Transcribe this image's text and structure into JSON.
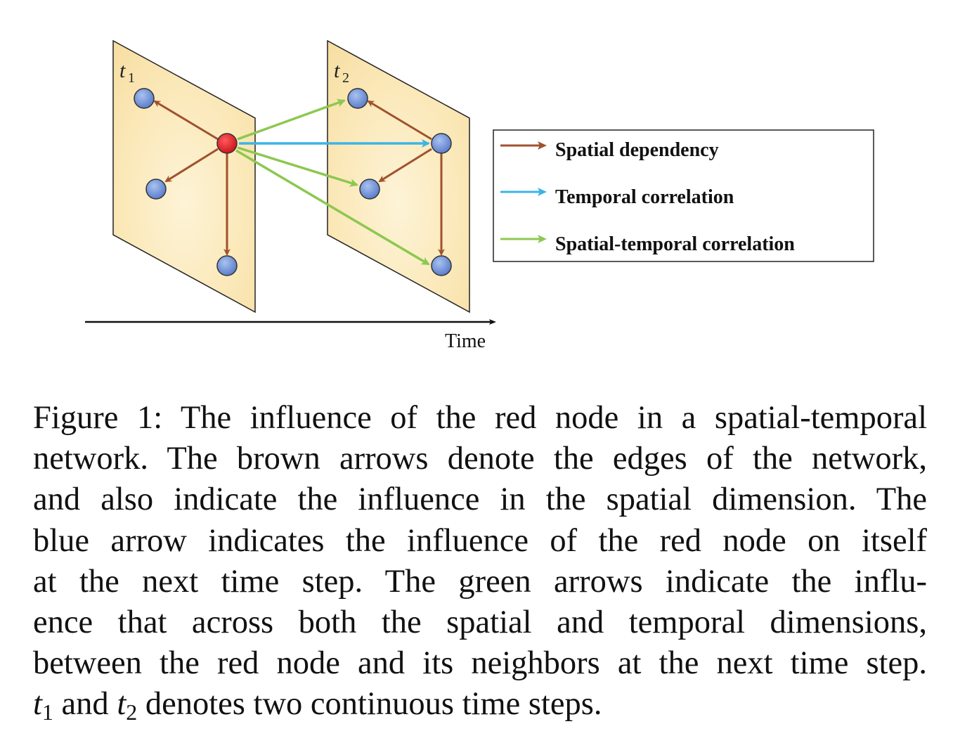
{
  "diagram": {
    "planes": [
      {
        "id": "plane-t1",
        "label": "t",
        "subscript": "1"
      },
      {
        "id": "plane-t2",
        "label": "t",
        "subscript": "2"
      }
    ],
    "axis_label": "Time",
    "legend": [
      {
        "label": "Spatial dependency",
        "color": "#a0522d"
      },
      {
        "label": "Temporal correlation",
        "color": "#3cb4e6"
      },
      {
        "label": "Spatial-temporal correlation",
        "color": "#8cc850"
      }
    ],
    "colors": {
      "red_node": "#e01b24",
      "blue_node": "#6b8fd6",
      "plane_fill": "#fbe6b0",
      "brown": "#a0522d",
      "blue": "#3cb4e6",
      "green": "#8cc850"
    }
  },
  "caption": {
    "lines": [
      "Figure 1: The influence of the red node in a spatial-temporal",
      "network. The brown arrows denote the edges of the network,",
      "and also indicate the influence in the spatial dimension. The",
      "blue arrow indicates the influence of the red node on itself",
      "at the next time step. The green arrows indicate the influ-",
      "ence that across both the spatial and temporal dimensions,",
      "between the red node and its neighbors at the next time step."
    ],
    "last_line": {
      "t1_base": "t",
      "t1_sub": "1",
      "and": "and",
      "t2_base": "t",
      "t2_sub": "2",
      "rest": "denotes two continuous time steps."
    }
  }
}
